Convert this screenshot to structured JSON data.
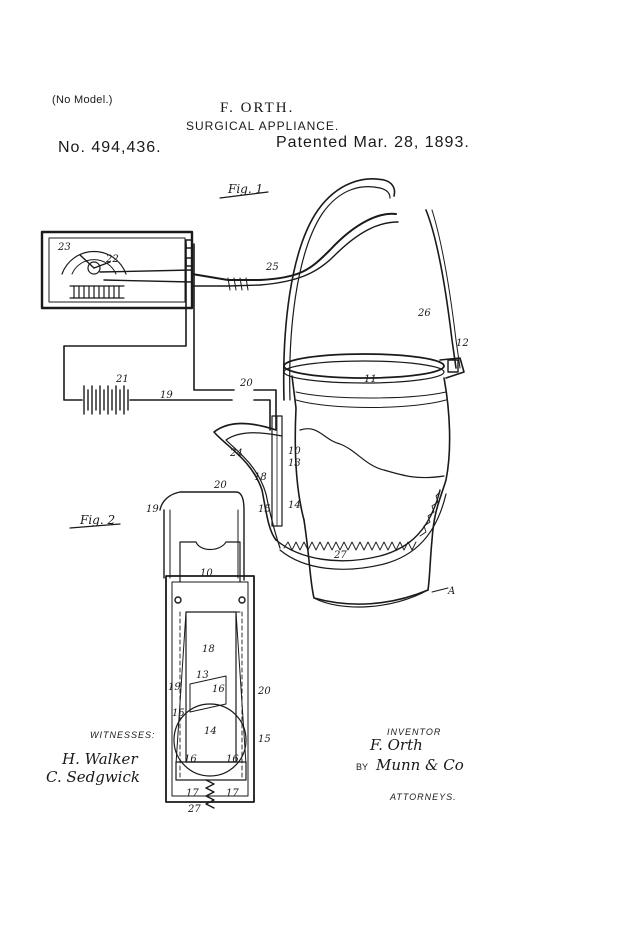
{
  "header": {
    "model_note": "(No Model.)",
    "inventor": "F. ORTH.",
    "title": "SURGICAL APPLIANCE.",
    "patent_number": "No. 494,436.",
    "patent_date": "Patented Mar. 28, 1893."
  },
  "figures": {
    "fig1_label": "Fig. 1",
    "fig2_label": "Fig. 2",
    "fig1_numbers": [
      "23",
      "22",
      "25",
      "26",
      "12",
      "11",
      "21",
      "19",
      "20",
      "24",
      "10",
      "13",
      "18",
      "15",
      "14",
      "27",
      "A"
    ],
    "fig2_numbers": [
      "19",
      "20",
      "10",
      "18",
      "13",
      "16",
      "19",
      "15",
      "20",
      "14",
      "15",
      "16",
      "16",
      "17",
      "17",
      "27"
    ]
  },
  "footer": {
    "witnesses_label": "WITNESSES:",
    "witness_1": "H. Walker",
    "witness_2": "C. Sedgwick",
    "inventor_label": "INVENTOR",
    "inventor_signature": "F. Orth",
    "by_label": "BY",
    "attorney_signature": "Munn & Co",
    "attorneys_label": "ATTORNEYS."
  },
  "colors": {
    "ink": "#1a1a1a",
    "paper": "#ffffff"
  }
}
